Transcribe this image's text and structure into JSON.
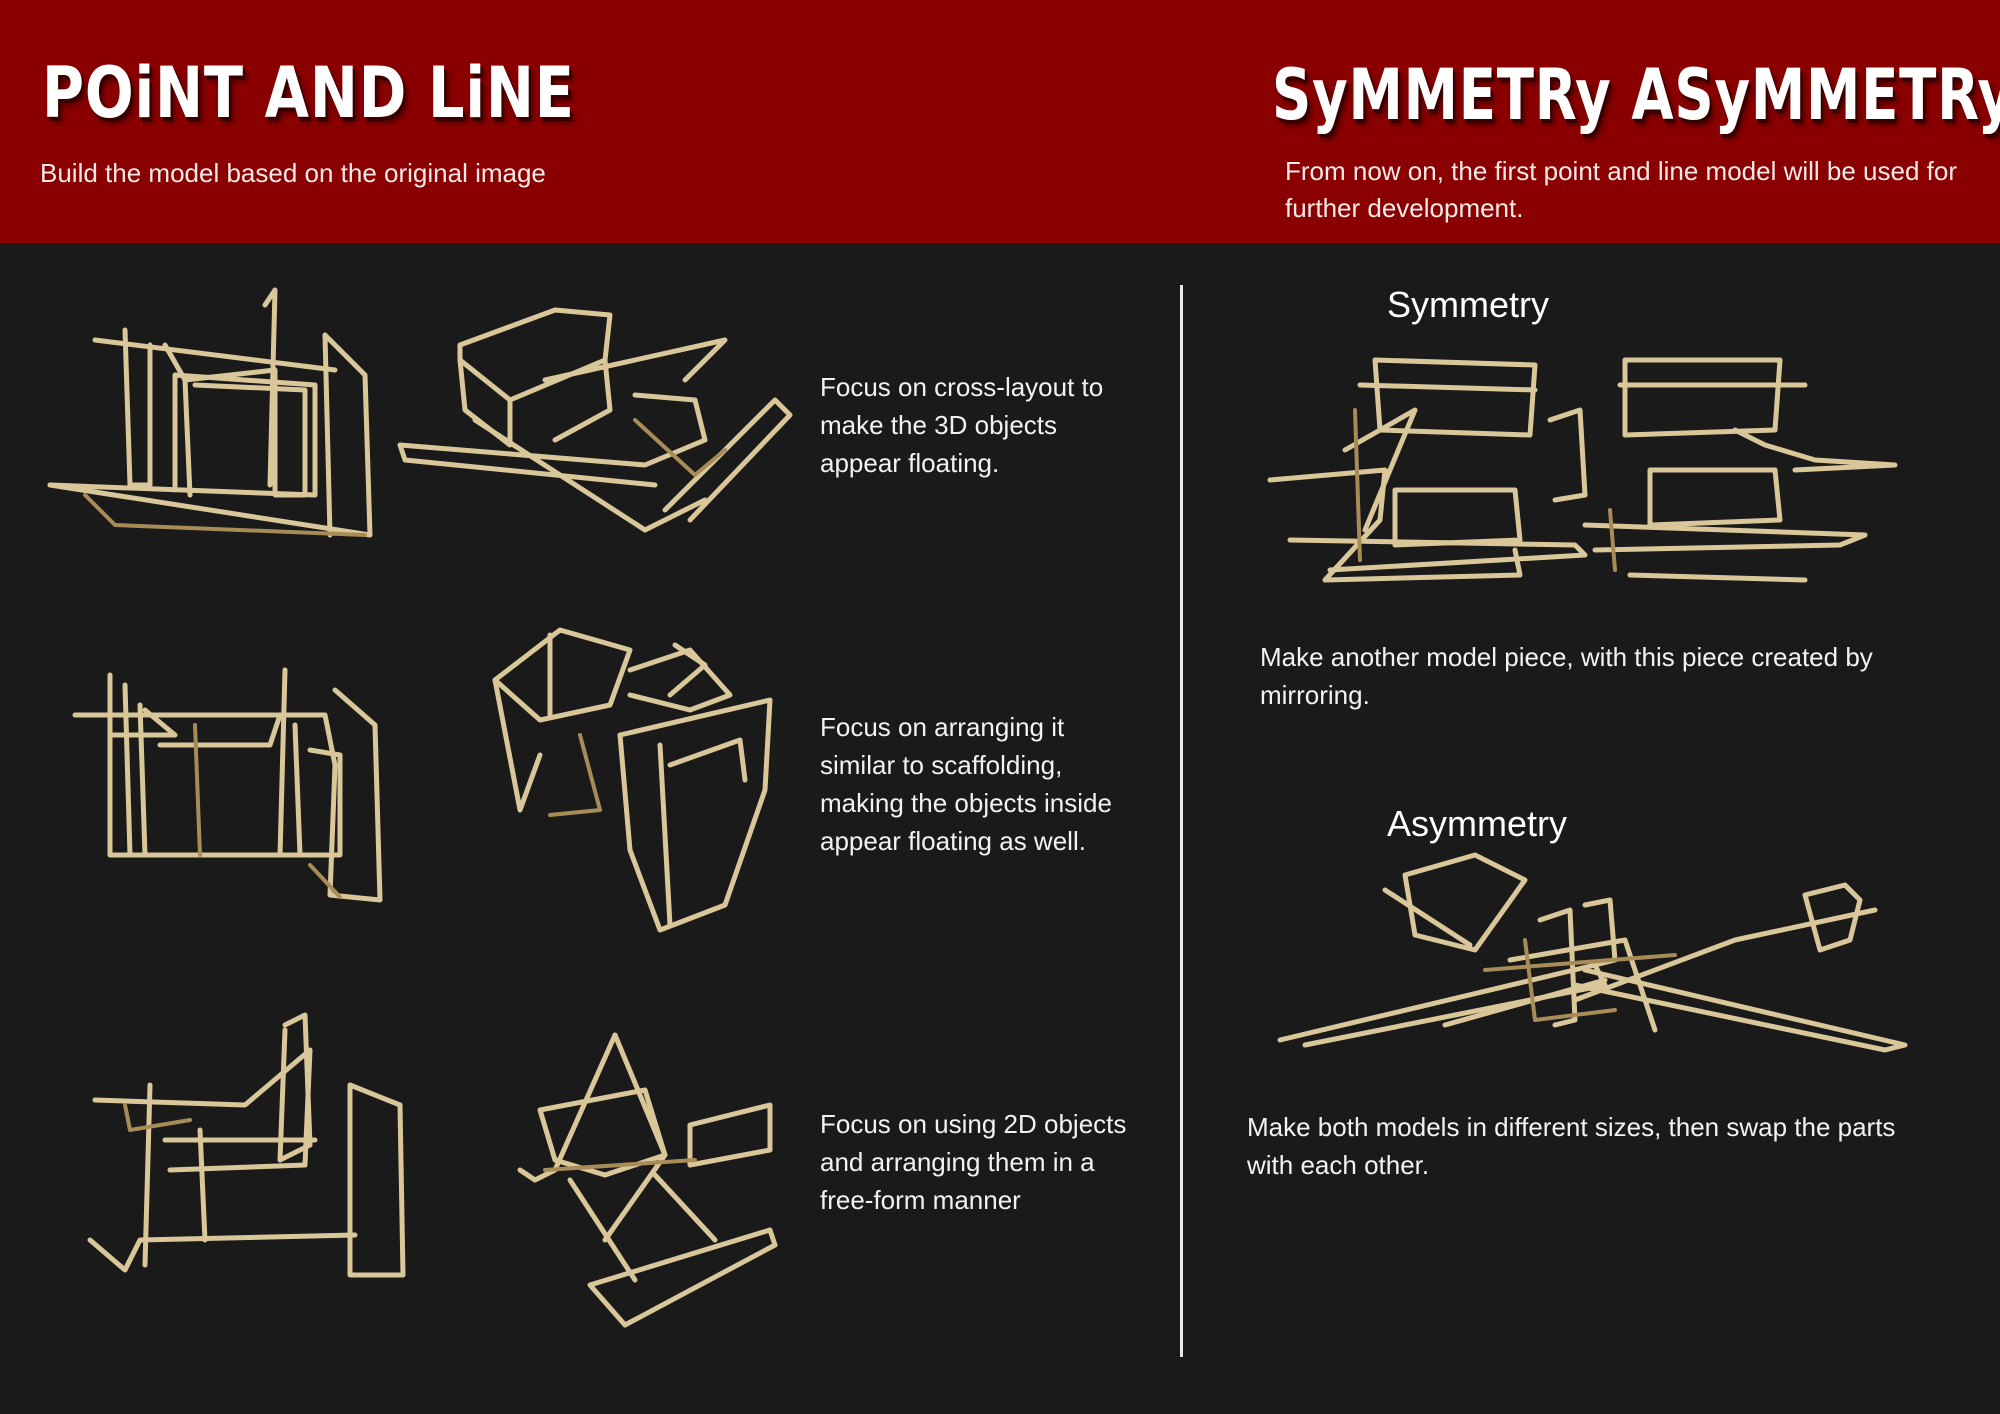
{
  "header": {
    "left_title": "POiNT AND LiNE",
    "left_subtitle": "Build the model based on the original image",
    "right_title": "SyMMETRy ASyMMETRy",
    "right_subtitle": "From now on, the first point and line model will be used for further development."
  },
  "left_section": {
    "descriptions": [
      "Focus on cross-layout to make the 3D objects appear floating.",
      "Focus on arranging it similar to scaffolding, making the objects inside appear floating as well.",
      "Focus on using 2D objects and arranging them in a free-form manner"
    ]
  },
  "right_section": {
    "symmetry_title": "Symmetry",
    "symmetry_desc": "Make another model piece, with this piece created by mirroring.",
    "asymmetry_title": "Asymmetry",
    "asymmetry_desc": "Make both models in different sizes, then swap the parts with each other."
  },
  "colors": {
    "header_bg": "#8a0000",
    "page_bg": "#1a1a1a",
    "stick": "#d9c79a"
  }
}
